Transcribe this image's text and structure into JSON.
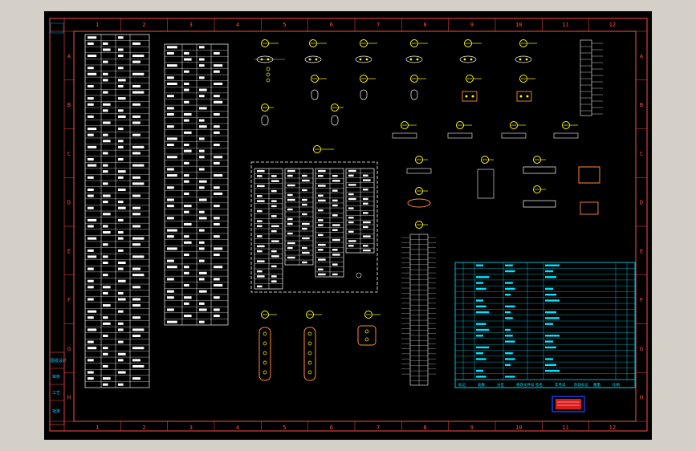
{
  "colors": {
    "border": "#ff4b4b",
    "frame_red": "#ff5050",
    "table_white": "#ffffff",
    "title_block_cyan": "#00e5ff",
    "symbol_yellow": "#ffff00",
    "symbol_orange": "#ff8a3c",
    "stamp_blue": "#1e3cff",
    "stamp_red": "#ff2020",
    "side_labels_cyan": "#00c8ff"
  },
  "frame": {
    "column_labels": [
      "1",
      "2",
      "3",
      "4",
      "5",
      "6",
      "7",
      "8",
      "9",
      "10",
      "11",
      "12"
    ],
    "row_labels": [
      "A",
      "B",
      "C",
      "D",
      "E",
      "F",
      "G",
      "H"
    ]
  },
  "icons": [
    "plug-connector-icon",
    "socket-icon",
    "terminal-block-icon",
    "relay-coil-icon",
    "circuit-breaker-icon"
  ],
  "title_block": {
    "footer_cells": [
      "标记",
      "处数",
      "分区",
      "更改文件号",
      "签名",
      "年月日",
      "阶段标记",
      "重量",
      "比例"
    ],
    "stamp_text": ""
  },
  "side_labels": [
    "图纸设计",
    "审核",
    "工艺",
    "批准"
  ]
}
